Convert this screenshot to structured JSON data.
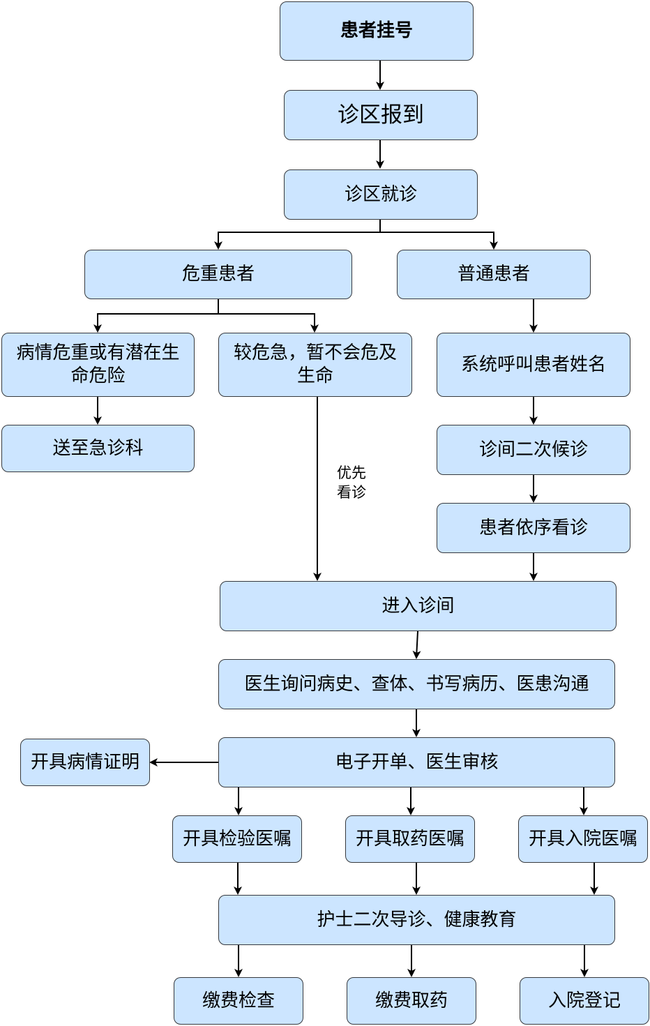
{
  "colors": {
    "node_fill": "#cce5ff",
    "node_border": "#36393d",
    "edge": "#000000"
  },
  "nodes": {
    "register": "患者挂号",
    "checkin": "诊区报到",
    "visit": "诊区就诊",
    "critical": "危重患者",
    "normal": "普通患者",
    "severe": "病情危重或有潜在生命危险",
    "urgent": "较危急，暂不会危及生命",
    "call": "系统呼叫患者姓名",
    "emergency": "送至急诊科",
    "wait": "诊间二次候诊",
    "queue": "患者依序看诊",
    "enter": "进入诊间",
    "consult": "医生询问病史、查体、书写病历、医患沟通",
    "order": "电子开单、医生审核",
    "certificate": "开具病情证明",
    "lab": "开具检验医嘱",
    "drug": "开具取药医嘱",
    "admit": "开具入院医嘱",
    "nurse": "护士二次导诊、健康教育",
    "pay_lab": "缴费检查",
    "pay_drug": "缴费取药",
    "admit_reg": "入院登记"
  },
  "edge_labels": {
    "priority": "优先看诊"
  }
}
